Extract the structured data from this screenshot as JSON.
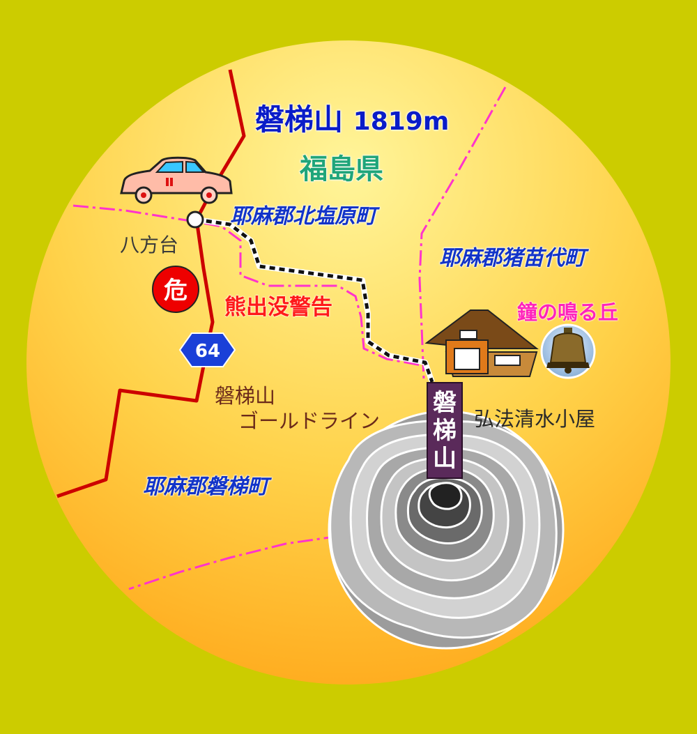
{
  "map": {
    "title_name": "磐梯山",
    "title_elevation": "1819m",
    "prefecture": "福島県",
    "towns": {
      "kitashiobara": "耶麻郡北塩原町",
      "inawashiro": "耶麻郡猪苗代町",
      "bandai": "耶麻郡磐梯町"
    },
    "places": {
      "happodai": "八方台",
      "bear_warning": "熊出没警告",
      "bell_hill": "鐘の鳴る丘",
      "gold_line_1": "磐梯山",
      "gold_line_2": "ゴールドライン",
      "hut": "弘法清水小屋"
    },
    "summit_sign": [
      "磐",
      "梯",
      "山"
    ],
    "danger_badge": "危",
    "route_number": "64"
  },
  "icons": [
    "car-icon",
    "danger-icon",
    "route-64-shield-icon",
    "hut-icon",
    "bell-icon",
    "summit-contour-icon",
    "trailhead-marker-icon"
  ],
  "colors": {
    "background": "#cccc00",
    "road": "#cc0000",
    "boundary": "#ff33cc",
    "trail": "#111111",
    "town_text": "#1234c8",
    "warning": "#ff1a1a"
  }
}
